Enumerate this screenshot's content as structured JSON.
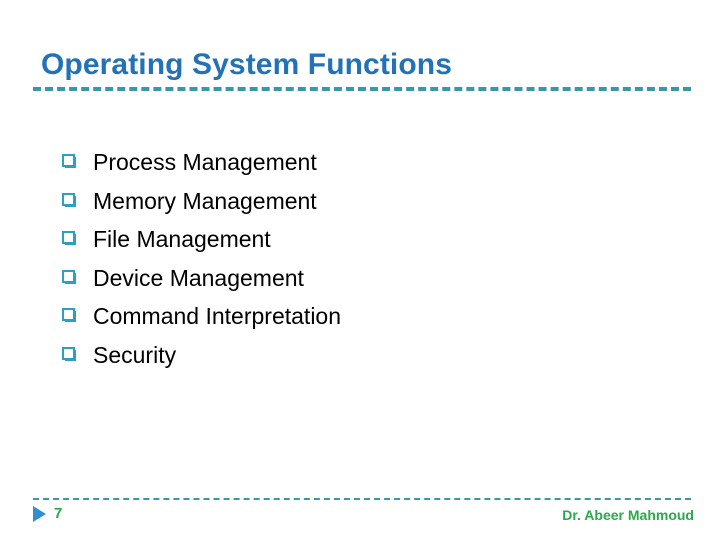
{
  "slide": {
    "title": "Operating System Functions",
    "bullets": [
      {
        "marker": "hollow-square-bullet",
        "label": "Process Management"
      },
      {
        "marker": "hollow-square-bullet",
        "label": "Memory Management"
      },
      {
        "marker": "hollow-square-bullet",
        "label": "File Management"
      },
      {
        "marker": "hollow-square-bullet",
        "label": "Device Management"
      },
      {
        "marker": "hollow-square-bullet",
        "label": "Command Interpretation"
      },
      {
        "marker": "hollow-square-bullet",
        "label": "Security"
      }
    ],
    "footer": {
      "marker_icon": "play-triangle-icon",
      "page_number": "7",
      "author": "Dr. Abeer Mahmoud"
    },
    "colors": {
      "title": "#2372b5",
      "rule": "#3a97a8",
      "bullet": "#2c9fc4",
      "footer_text": "#2aa84a",
      "footer_marker": "#2f8fd0",
      "body_text": "#000000",
      "background": "#ffffff"
    }
  }
}
